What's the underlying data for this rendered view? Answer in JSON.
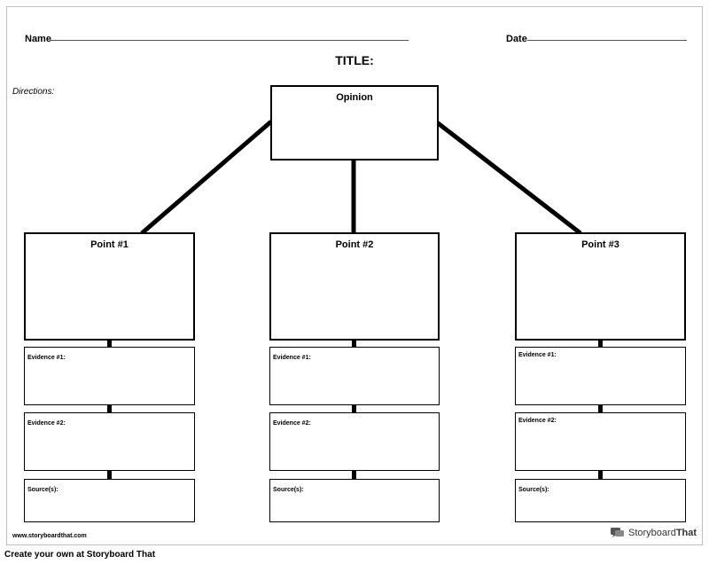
{
  "header": {
    "name_label": "Name",
    "date_label": "Date",
    "title": "TITLE:",
    "directions": "Directions:"
  },
  "opinion": {
    "label": "Opinion"
  },
  "columns": [
    {
      "point": "Point #1",
      "evidence1": "Evidence #1:",
      "evidence2": "Evidence #2:",
      "sources": "Source(s):"
    },
    {
      "point": "Point #2",
      "evidence1": "Evidence #1:",
      "evidence2": "Evidence #2:",
      "sources": "Source(s):"
    },
    {
      "point": "Point #3",
      "evidence1": "Evidence #1:",
      "evidence2": "Evidence #2:",
      "sources": "Source(s):"
    }
  ],
  "footer": {
    "url": "www.storyboardthat.com",
    "logo_text_a": "Storyboard",
    "logo_text_b": "That",
    "logo_icon": "speech-bubble-icon",
    "bottom_text": "Create your own at Storyboard That"
  }
}
